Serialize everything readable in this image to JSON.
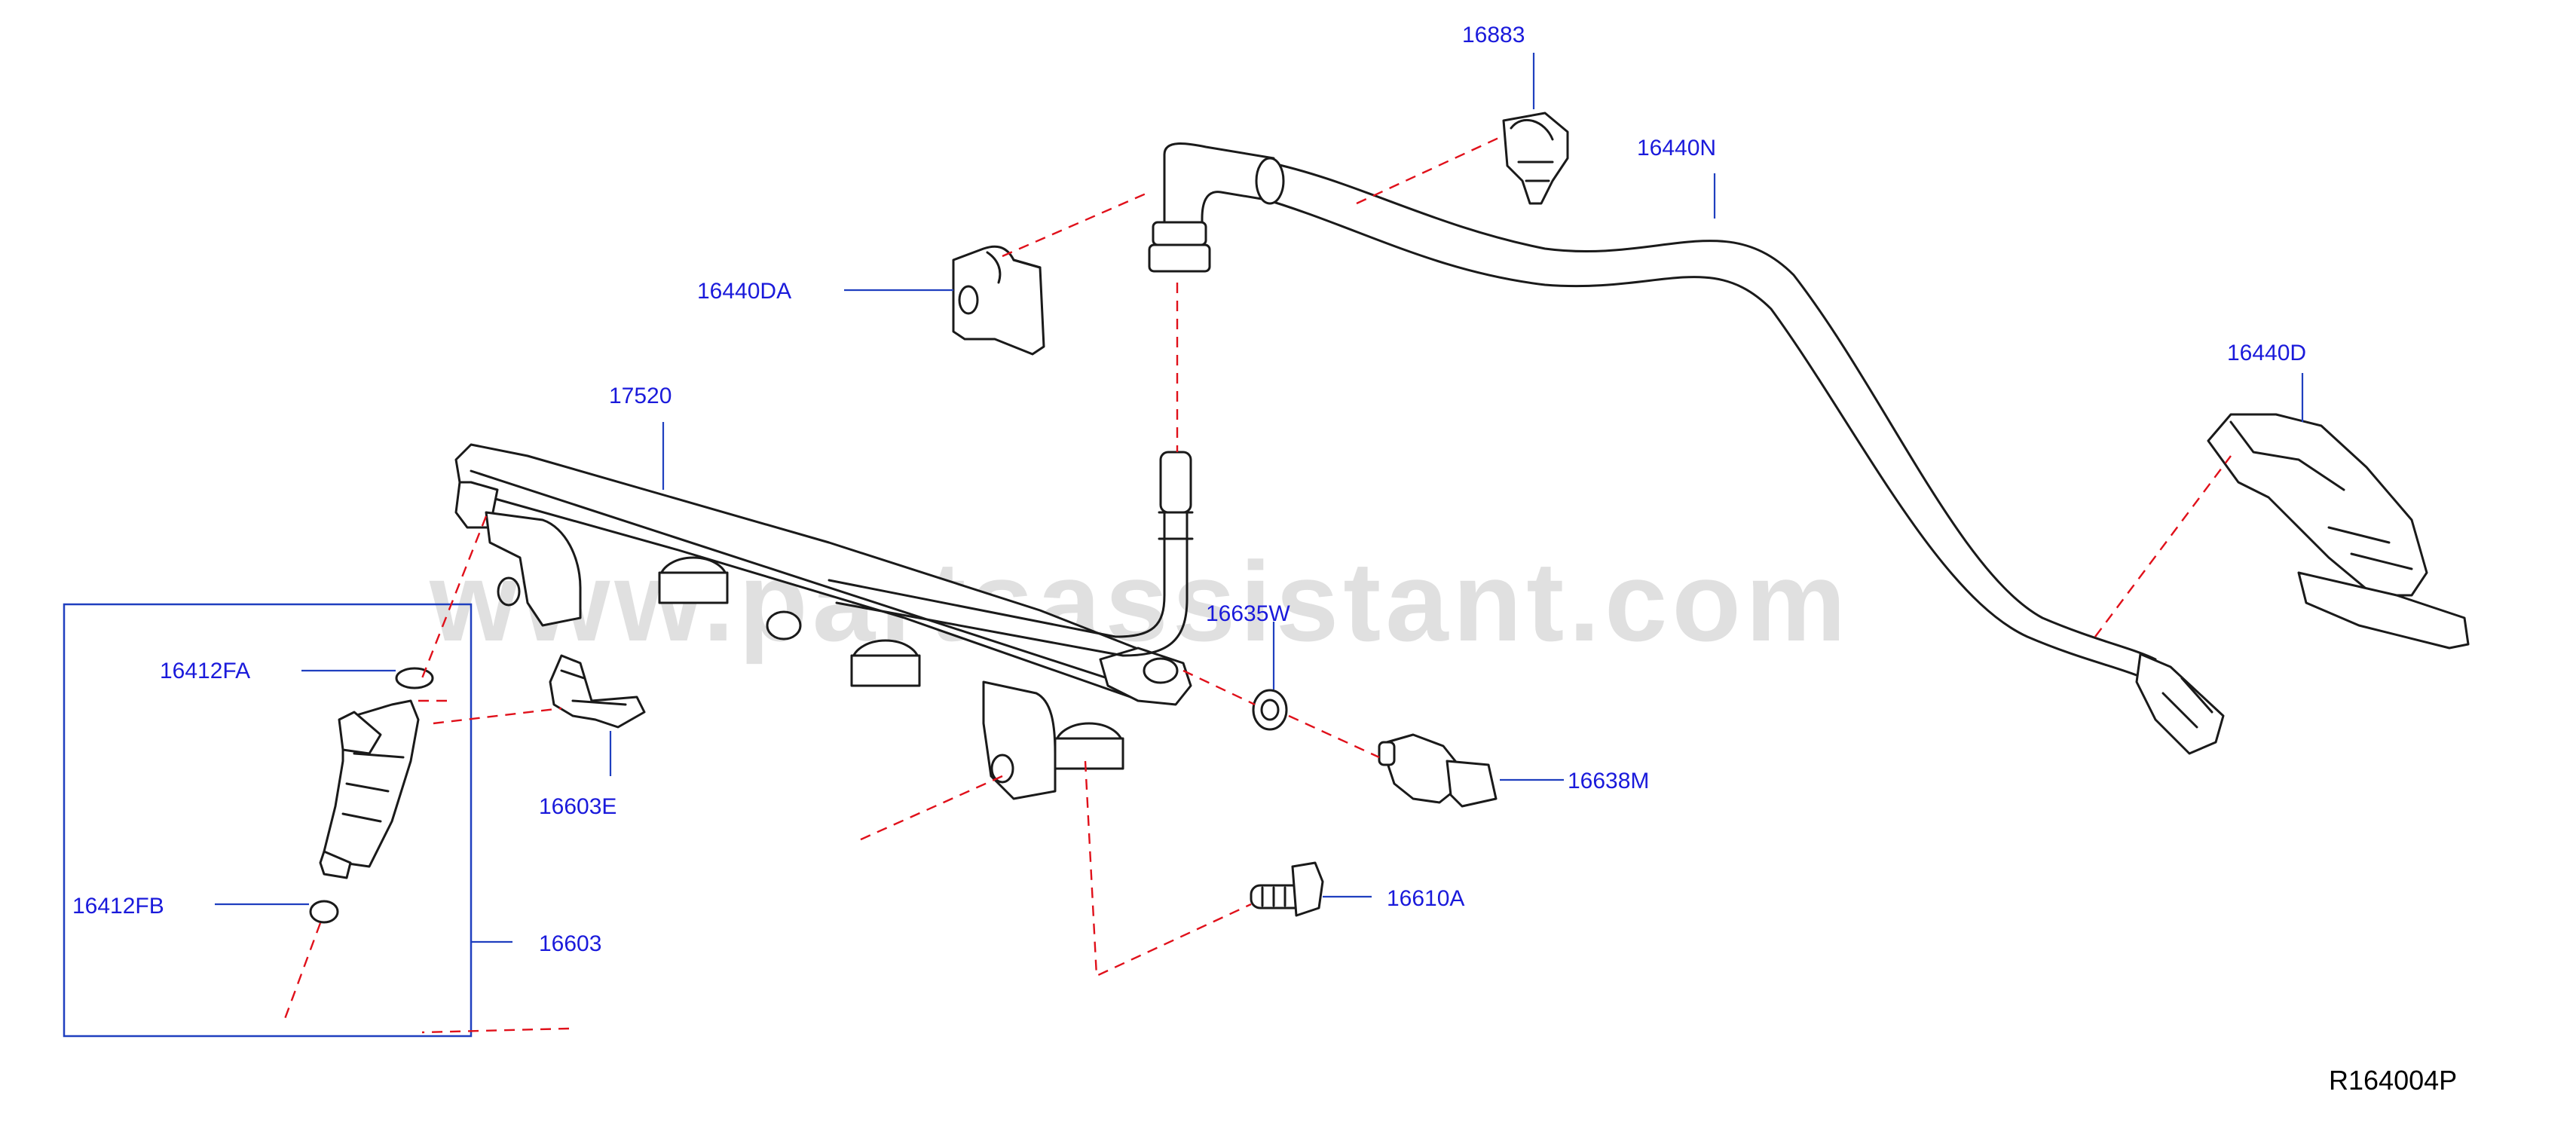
{
  "watermark": "www.partsassistant.com",
  "diagram_code": "R164004P",
  "labels": {
    "p16883": "16883",
    "p16440N": "16440N",
    "p16440DA": "16440DA",
    "p16440D": "16440D",
    "p17520": "17520",
    "p16635W": "16635W",
    "p16412FA": "16412FA",
    "p16603E": "16603E",
    "p16638M": "16638M",
    "p16610A": "16610A",
    "p16412FB": "16412FB",
    "p16603": "16603"
  },
  "colors": {
    "label": "#1a1adb",
    "leader": "#1f3fbf",
    "assembly_line": "#e0101a",
    "part_outline": "#1a1a1a"
  }
}
